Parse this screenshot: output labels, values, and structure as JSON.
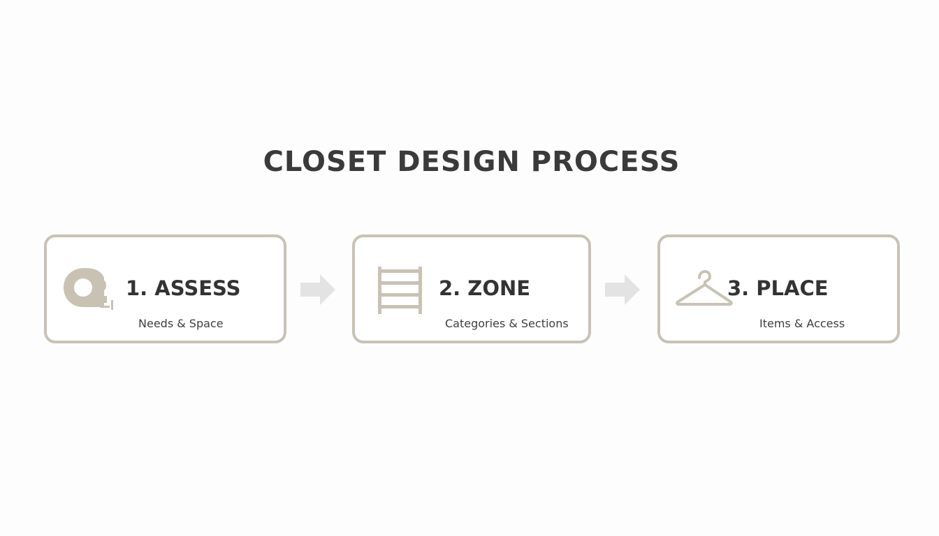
{
  "title": "CLOSET DESIGN PROCESS",
  "colors": {
    "border": "#c9c2b3",
    "icon": "#c9c2b3",
    "arrow": "#e3e3e3",
    "text": "#333333"
  },
  "steps": [
    {
      "number": "1.",
      "label": "1. ASSESS",
      "subtitle": "Needs & Space",
      "icon": "tape-measure-icon"
    },
    {
      "number": "2.",
      "label": "2. ZONE",
      "subtitle": "Categories & Sections",
      "icon": "shelving-ladder-icon"
    },
    {
      "number": "3.",
      "label": "3. PLACE",
      "subtitle": "Items & Access",
      "icon": "clothes-hanger-icon"
    }
  ],
  "connectors": [
    {
      "from": 1,
      "to": 2,
      "icon": "arrow-right-icon"
    },
    {
      "from": 2,
      "to": 3,
      "icon": "arrow-right-icon"
    }
  ]
}
